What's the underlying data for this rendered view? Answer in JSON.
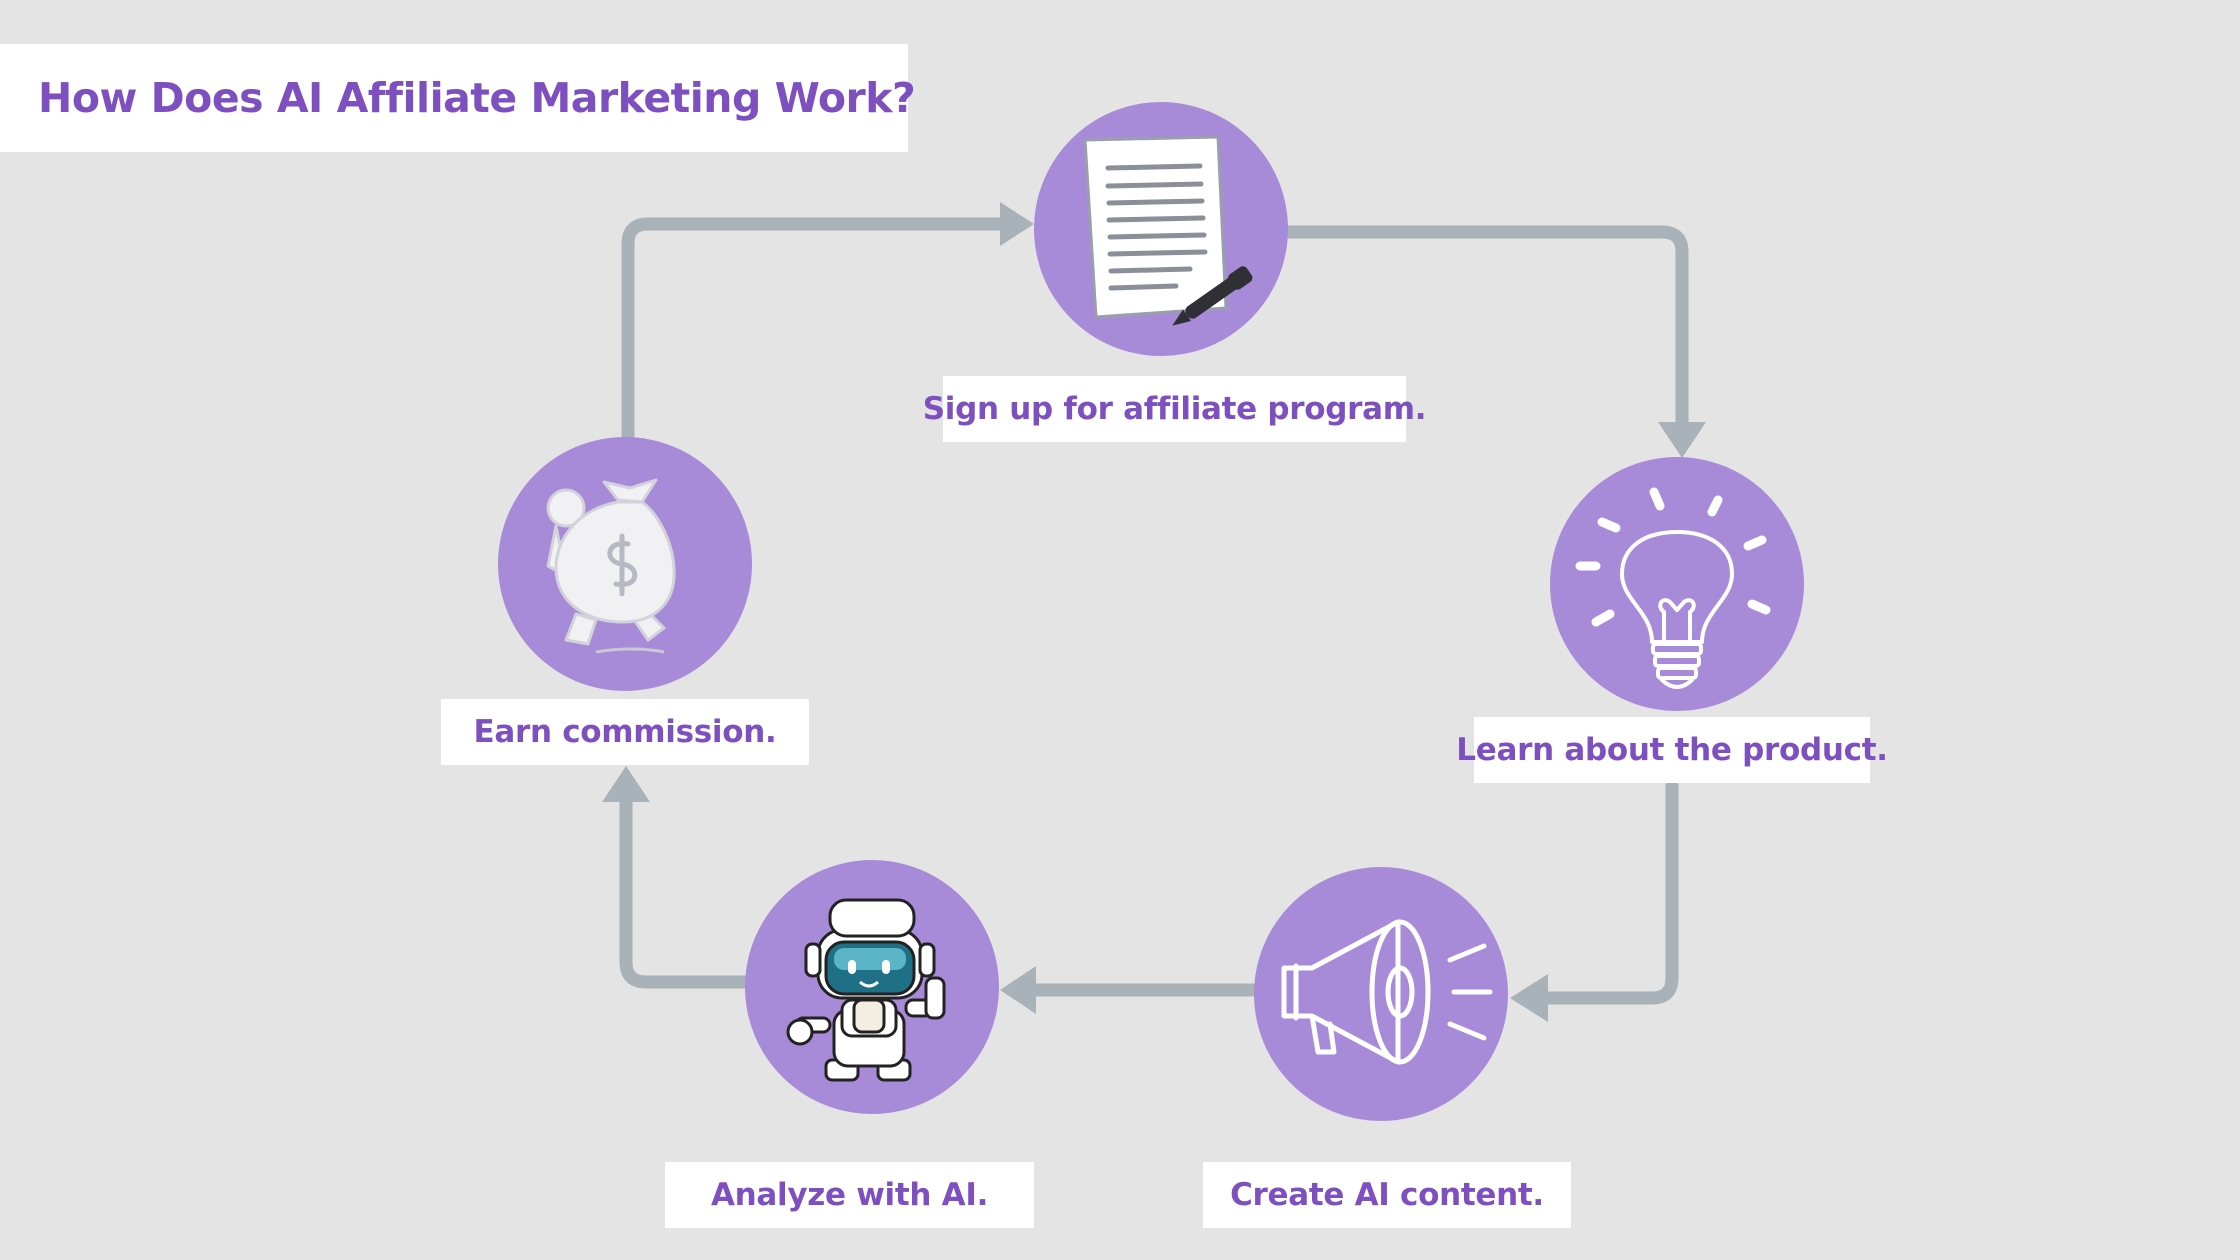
{
  "title": "How Does AI Affiliate Marketing Work?",
  "colors": {
    "background": "#e4e4e4",
    "circle": "#a88bd8",
    "text": "#7d4fbf",
    "arrow": "#a9b2b8",
    "label_bg": "#ffffff"
  },
  "steps": [
    {
      "label": "Sign up for affiliate program.",
      "icon": "document-pen-icon"
    },
    {
      "label": "Learn about the product.",
      "icon": "lightbulb-icon"
    },
    {
      "label": "Create AI content.",
      "icon": "megaphone-icon"
    },
    {
      "label": "Analyze with AI.",
      "icon": "robot-icon"
    },
    {
      "label": "Earn commission.",
      "icon": "money-bag-icon"
    }
  ]
}
